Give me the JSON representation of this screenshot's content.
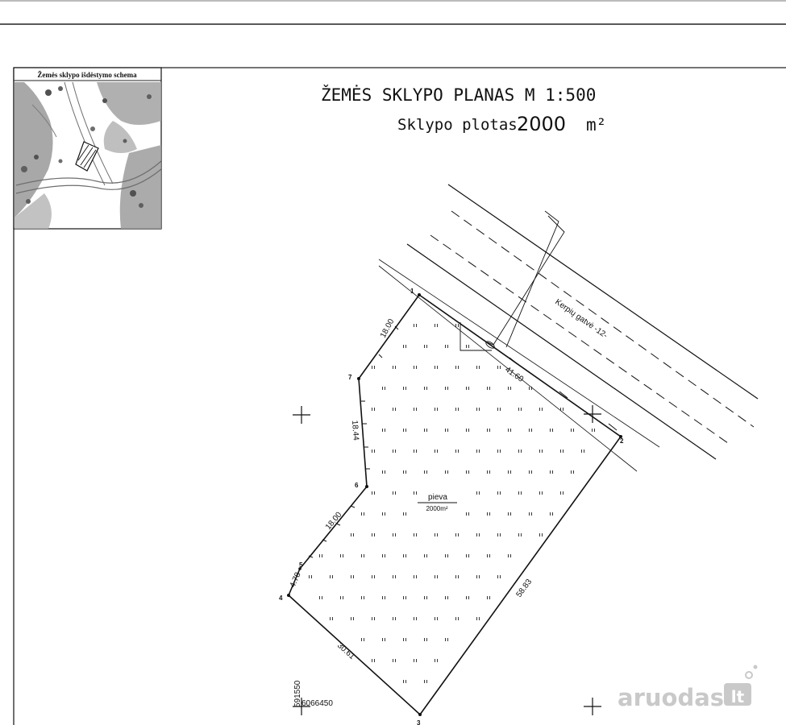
{
  "title": {
    "line1": "ŽEMĖS SKLYPO PLANAS M 1:500",
    "line2_label": "Sklypo plotas",
    "line2_value": "2000",
    "line2_unit": "m²"
  },
  "inset": {
    "title": "Žemės sklypo išdėstymo schema"
  },
  "street": {
    "name": "Kerpių gatvė -12-"
  },
  "parcel": {
    "label": "pieva",
    "area": "2000m²",
    "points": [
      "1",
      "2",
      "3",
      "4",
      "5",
      "6",
      "7"
    ],
    "dimensions": {
      "s1_2": "41.60",
      "s2_3": "58.83",
      "s3_4": "30.61",
      "s4_5": "4.78",
      "s5_6": "18.00",
      "s6_7": "18.44",
      "s7_1": "18.00"
    }
  },
  "coords": {
    "x": "6066450",
    "y": "591550"
  },
  "watermark": {
    "text": "aruodas",
    "suffix": "lt"
  }
}
